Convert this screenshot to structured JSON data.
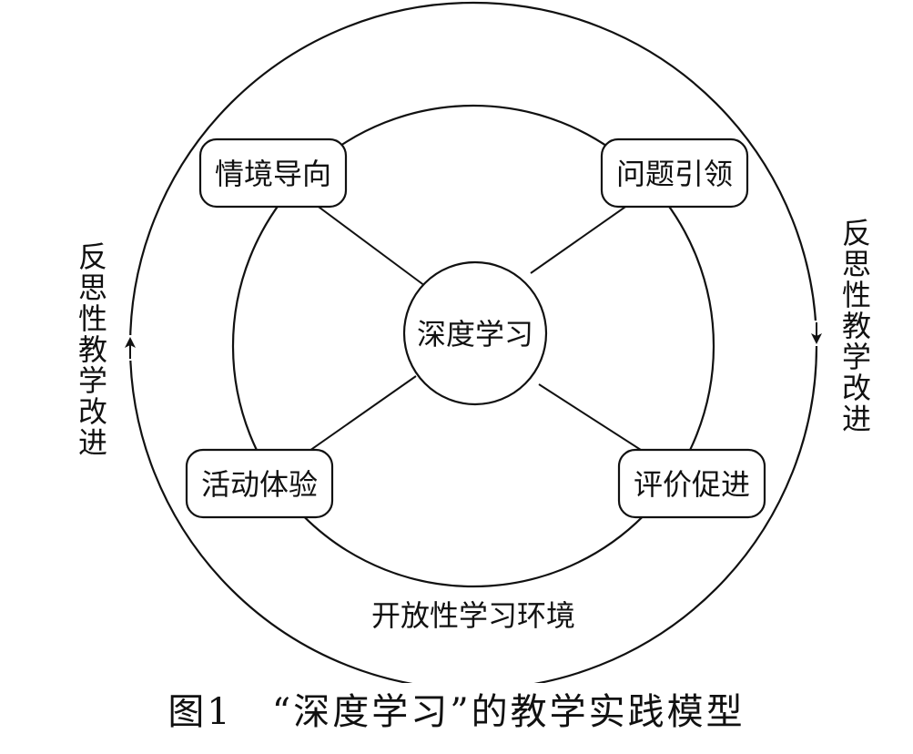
{
  "diagram": {
    "center_label": "深度学习",
    "nodes": {
      "top_left": "情境导向",
      "top_right": "问题引领",
      "bottom_left": "活动体验",
      "bottom_right": "评价促进"
    },
    "environment_label": "开放性学习环境",
    "left_cycle_label": [
      "反",
      "思",
      "性",
      "教",
      "学",
      "改",
      "进"
    ],
    "right_cycle_label": [
      "反",
      "思",
      "性",
      "教",
      "学",
      "改",
      "进"
    ]
  },
  "caption": "图1　“深度学习”的教学实践模型",
  "colors": {
    "ink": "#111111",
    "background": "#ffffff"
  }
}
